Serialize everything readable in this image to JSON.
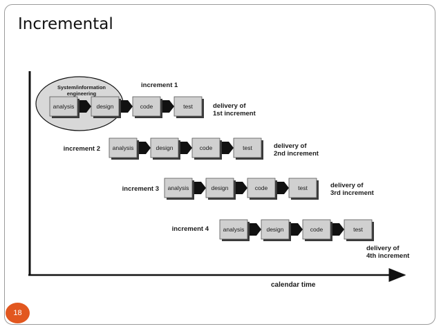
{
  "slide": {
    "title": "Incremental",
    "page_number": "18"
  },
  "diagram": {
    "highlight_label": "System/information engineering",
    "highlight_label_lines": [
      "System/information",
      "engineering"
    ],
    "x_axis_label": "calendar time",
    "increments": [
      {
        "label": "increment 1",
        "steps": [
          "analysis",
          "design",
          "code",
          "test"
        ],
        "delivery": [
          "delivery of",
          "1st increment"
        ]
      },
      {
        "label": "increment 2",
        "steps": [
          "analysis",
          "design",
          "code",
          "test"
        ],
        "delivery": [
          "delivery of",
          "2nd increment"
        ]
      },
      {
        "label": "increment 3",
        "steps": [
          "analysis",
          "design",
          "code",
          "test"
        ],
        "delivery": [
          "delivery of",
          "3rd increment"
        ]
      },
      {
        "label": "increment 4",
        "steps": [
          "analysis",
          "design",
          "code",
          "test"
        ],
        "delivery": [
          "delivery of",
          "4th increment"
        ]
      }
    ]
  }
}
